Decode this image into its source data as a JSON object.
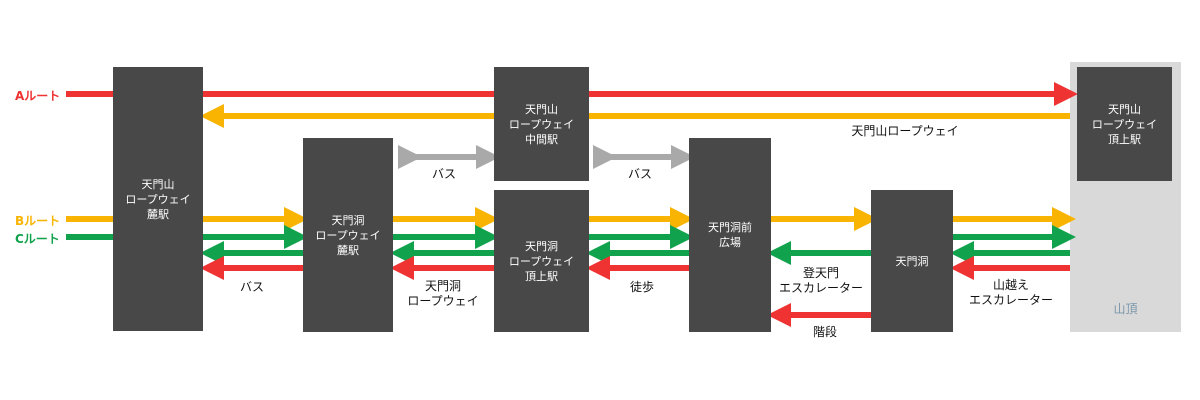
{
  "colors": {
    "a_route": "#ef3232",
    "b_route": "#f8b400",
    "c_route": "#10a24c",
    "bus": "#a9a9a9",
    "station": "#484848",
    "summit": "#d9d9d9"
  },
  "routes": {
    "a": "Aルート",
    "b": "Bルート",
    "c": "Cルート"
  },
  "stations": {
    "foot": "天門山\nロープウェイ\n麓駅",
    "mid": "天門山\nロープウェイ\n中間駅",
    "top": "天門山\nロープウェイ\n頂上駅",
    "cave_foot": "天門洞\nロープウェイ\n麓駅",
    "cave_top": "天門洞\nロープウェイ\n頂上駅",
    "plaza": "天門洞前\n広場",
    "cave": "天門洞"
  },
  "summit": "山頂",
  "labels": {
    "ropeway_main": "天門山ロープウェイ",
    "bus1": "バス",
    "bus2": "バス",
    "bus3": "バス",
    "cave_ropeway": "天門洞\nロープウェイ",
    "walk": "徒歩",
    "escalator_up": "登天門\nエスカレーター",
    "stairs": "階段",
    "escalator_over": "山越え\nエスカレーター"
  }
}
